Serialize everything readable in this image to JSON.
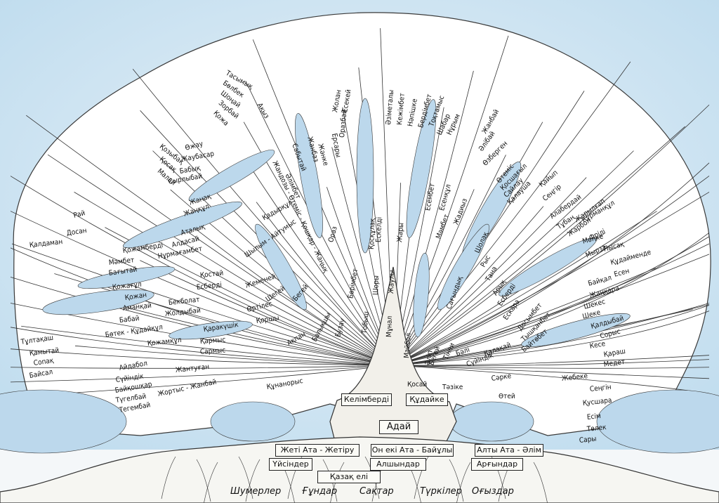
{
  "colors": {
    "sky": "#cfe3f1",
    "branch": "#ffffff",
    "ink": "#2a2a2a",
    "ground": "#f6f6f2",
    "water": "#bcd8ec"
  },
  "trunk": {
    "top": "Адай",
    "left": "Келімберді",
    "right": "Құдайке"
  },
  "ancestry": {
    "left": "Жеті Ата - Жетіру",
    "center": "Он екі Ата - Байұлы",
    "right": "Алты Ата - Әлім",
    "left2": "Үйсіндер",
    "center2": "Алшындар",
    "right2": "Арғындар",
    "bottom": "Қазақ   елі"
  },
  "roots": [
    "Шумерлер",
    "Ғұндар",
    "Сақтар",
    "Түркілер",
    "Оғыздар"
  ],
  "labels": {
    "l0": "Тұлтақаш",
    "l1": "Қамытай",
    "l2": "Сопақ",
    "l3": "Байсал",
    "l4": "Айдабол",
    "l5": "Сүйіндік",
    "l6": "Байқошқар",
    "l7": "Түгелбай",
    "l8": "Тегембай",
    "l9": "Жортыс - Жанбай",
    "l10": "Жантуған",
    "l11": "Сармыс",
    "l12": "Қармыс",
    "l13": "Бөтек - Құдайқұл",
    "l14": "Қожамқұл",
    "l15": "Қаракүшік",
    "l16": "Бабай",
    "l17": "Аманқай",
    "l18": "Қожан",
    "l19": "Жолдыбай",
    "l20": "Бекболат",
    "l21": "Қожағұл",
    "l22": "Бағытай",
    "l23": "Мәмбет",
    "l24": "Қожамберді",
    "l25": "Қалдаман",
    "l26": "Досан",
    "l27": "Рай",
    "l28": "Есберді",
    "l29": "Қостай",
    "l30": "Нұрмағамбет",
    "l31": "Алдасай",
    "l32": "Аталық",
    "l33": "Жаңқұл",
    "l34": "Жанақ",
    "l35": "Өртілес",
    "l36": "Қоршы",
    "l37": "Жеменей",
    "l38": "Шылым - Айтумыс",
    "l39": "Қадырқұл",
    "l40": "Шегей",
    "l41": "Бегей",
    "l42": "Балықшы",
    "l43": "Бузау",
    "l44": "Ақпан",
    "l45": "Құнанорыс",
    "l46": "Малай",
    "l47": "Қосақ",
    "l48": "Қозыбақ",
    "l49": "Сырлыбай",
    "l50": "Бабық",
    "l51": "Жаубасар",
    "l52": "Өжау",
    "l53": "Қожа",
    "l54": "Зорбай",
    "l55": "Шоңай",
    "l56": "Бөлбек",
    "l57": "Тасымық",
    "l58": "Ақыз",
    "l59": "Жандозы - Өтеміс - Қошқар - Жаңық",
    "l60": "Әлімбет",
    "l61": "Сабытай",
    "l62": "Жанбаз",
    "l63": "Жәнке",
    "l64": "Ерсары",
    "l65": "Жолан",
    "l66": "Есекей",
    "l67": "Оразбай",
    "l68": "Тобыш",
    "l69": "Ораз",
    "l70": "Бөрімбет",
    "l71": "Шоры",
    "l72": "Жаулы",
    "l73": "Мұнал",
    "l74": "Майбол",
    "l75": "Әліп",
    "l76": "Ескелді",
    "l77": "Қосқұлақ",
    "l78": "Жары",
    "l79": "Әзіметалы",
    "l80": "Кежімбет",
    "l81": "Нәпішке",
    "l82": "Бердімбет",
    "l83": "Тоқтамыс",
    "l84": "Шабар",
    "l85": "Нұрым",
    "l86": "Есембет",
    "l87": "Есенқұл",
    "l88": "Жадиыз",
    "l89": "Мәмбет",
    "l90": "Сағындық",
    "l91": "Бегей",
    "l92": "Тінеи",
    "l93": "Бәлі",
    "l94": "Сүйіндік",
    "l95": "Қалақай",
    "l96": "Қосай",
    "l97": "Тәзіке",
    "l98": "Сәрке",
    "l99": "Өтей",
    "l100": "Жанбай",
    "l101": "Әлібай",
    "l102": "Өзберген",
    "l103": "Өтеміс",
    "l104": "Қосшағыл",
    "l105": "Сайлау",
    "l106": "Қалауша",
    "l107": "Шолақ",
    "l108": "Рыс",
    "l109": "Тана",
    "l110": "Арық",
    "l111": "Есберді",
    "l112": "Ескара",
    "l113": "Досымбет",
    "l114": "Тышқанбет",
    "l115": "Байтөбет",
    "l116": "Қайып",
    "l117": "Сеңгір",
    "l118": "Алабердай",
    "l119": "Тұбан",
    "l120": "Жарбол",
    "l121": "Жарылғап",
    "l122": "Құрманқұл",
    "l123": "Фрілі",
    "l124": "Мырза",
    "l125": "Мөңке",
    "l126": "Пысақ",
    "l127": "Құдайменде",
    "l128": "Есен",
    "l129": "Байқал",
    "l130": "Жаңқара",
    "l131": "Шекес",
    "l132": "Шеке",
    "l133": "Қалдыбай",
    "l134": "Сорыс",
    "l135": "Кесе",
    "l136": "Қараш",
    "l137": "Медет",
    "l138": "Жебеке",
    "l139": "Сеңгін",
    "l140": "Қусшара",
    "l141": "Есім",
    "l142": "Төлек",
    "l143": "Сары"
  }
}
